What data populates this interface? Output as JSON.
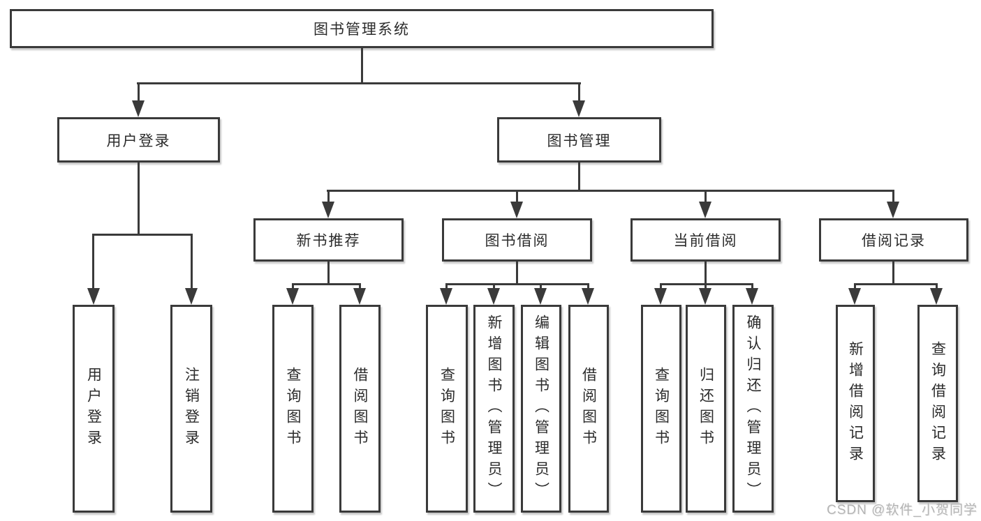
{
  "diagram_title": "图书管理系统",
  "nodes": {
    "root": {
      "label": "图书管理系统"
    },
    "l2": [
      {
        "label": "用户登录"
      },
      {
        "label": "图书管理"
      }
    ],
    "l3": [
      {
        "label": "新书推荐"
      },
      {
        "label": "图书借阅"
      },
      {
        "label": "当前借阅"
      },
      {
        "label": "借阅记录"
      }
    ],
    "l4": [
      {
        "label": "用户登录"
      },
      {
        "label": "注销登录"
      },
      {
        "label": "查询图书"
      },
      {
        "label": "借阅图书"
      },
      {
        "label": "查询图书"
      },
      {
        "label": "新增图书（管理员）"
      },
      {
        "label": "编辑图书（管理员）"
      },
      {
        "label": "借阅图书"
      },
      {
        "label": "查询图书"
      },
      {
        "label": "归还图书"
      },
      {
        "label": "确认归还（管理员）"
      },
      {
        "label": "新增借阅记录"
      },
      {
        "label": "查询借阅记录"
      }
    ]
  },
  "watermark": {
    "text": "CSDN @软件_小贺同学"
  },
  "colors": {
    "line": "#3a3a3a",
    "box_border": "#3a3a3a",
    "box_fill": "#ffffff",
    "text": "#2b2b2b",
    "watermark": "#b5b5b5",
    "background": "#ffffff"
  }
}
